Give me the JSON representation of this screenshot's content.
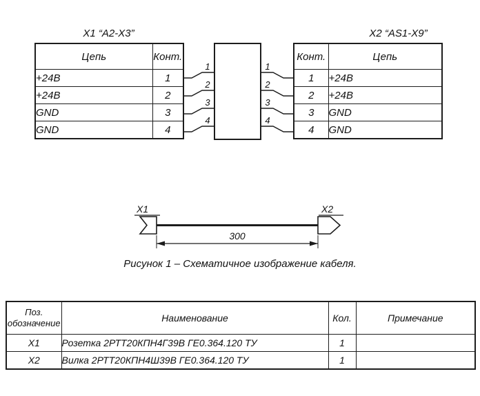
{
  "left_connector": {
    "title": "X1 “A2-X3”",
    "col_circuit": "Цепь",
    "col_contact": "Конт.",
    "rows": [
      {
        "circuit": "+24В",
        "contact": "1"
      },
      {
        "circuit": "+24В",
        "contact": "2"
      },
      {
        "circuit": "GND",
        "contact": "3"
      },
      {
        "circuit": "GND",
        "contact": "4"
      }
    ]
  },
  "right_connector": {
    "title": "X2 “AS1-X9”",
    "col_circuit": "Цепь",
    "col_contact": "Конт.",
    "rows": [
      {
        "contact": "1",
        "circuit": "+24В"
      },
      {
        "contact": "2",
        "circuit": "+24В"
      },
      {
        "contact": "3",
        "circuit": "GND"
      },
      {
        "contact": "4",
        "circuit": "GND"
      }
    ]
  },
  "pins": [
    "1",
    "2",
    "3",
    "4"
  ],
  "cable": {
    "left_label": "X1",
    "right_label": "X2",
    "dimension": "300",
    "caption": "Рисунок 1 – Схематичное изображение кабеля."
  },
  "parts_table": {
    "headers": {
      "pos_line1": "Поз.",
      "pos_line2": "обозначение",
      "name": "Наименование",
      "qty": "Кол.",
      "note": "Примечание"
    },
    "rows": [
      {
        "pos": "X1",
        "name": "Розетка 2РТТ20КПН4Г39В ГЕ0.364.120 ТУ",
        "qty": "1",
        "note": ""
      },
      {
        "pos": "X2",
        "name": "Вилка 2РТТ20КПН4Ш39В ГЕ0.364.120 ТУ",
        "qty": "1",
        "note": ""
      }
    ]
  }
}
